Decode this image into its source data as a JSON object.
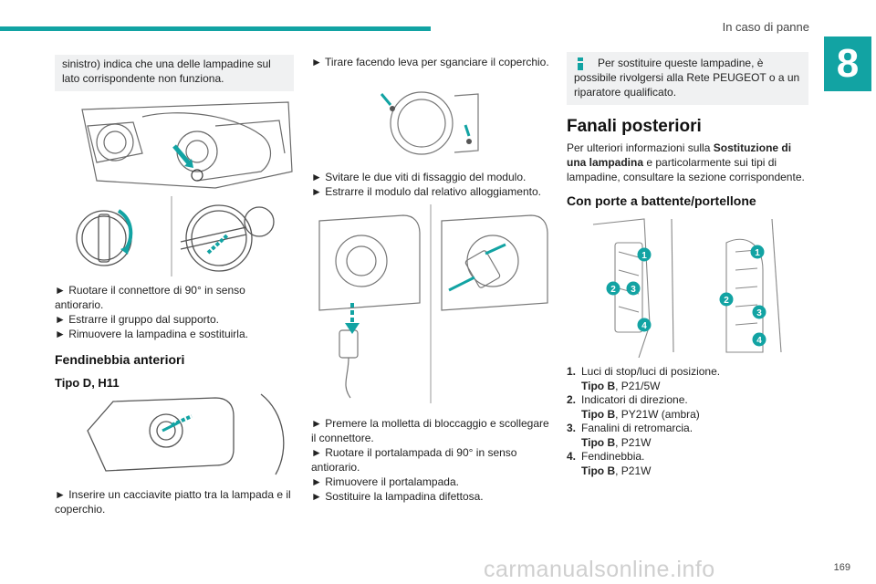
{
  "header": {
    "title": "In caso di panne",
    "chapter": "8",
    "page": "169"
  },
  "watermark": "carmanualsonline.info",
  "col1": {
    "note": "sinistro) indica che una delle lampadine sul lato corrispondente non funziona.",
    "steps1": [
      "► Ruotare il connettore di 90° in senso antiorario.",
      "► Estrarre il gruppo dal supporto.",
      "► Rimuovere la lampadina e sostituirla."
    ],
    "section": "Fendinebbia anteriori",
    "subsection": "Tipo D, H11",
    "steps2": "► Inserire un cacciavite piatto tra la lampada e il coperchio."
  },
  "col2": {
    "step_top": "► Tirare facendo leva per sganciare il coperchio.",
    "steps_mid": [
      "► Svitare le due viti di fissaggio del modulo.",
      "► Estrarre il modulo dal relativo alloggiamento."
    ],
    "steps_bottom": [
      "► Premere la molletta di bloccaggio e scollegare il connettore.",
      "► Ruotare il portalampada di 90° in senso antiorario.",
      "► Rimuovere il portalampada.",
      "► Sostituire la lampadina difettosa."
    ]
  },
  "col3": {
    "info": "Per sostituire queste lampadine, è possibile rivolgersi alla Rete PEUGEOT o a un riparatore qualificato.",
    "title": "Fanali posteriori",
    "intro_a": "Per ulteriori informazioni sulla ",
    "intro_b": "Sostituzione di una lampadina",
    "intro_c": " e particolarmente sui tipi di lampadine, consultare la sezione corrispondente.",
    "subtitle": "Con porte a battente/portellone",
    "items": [
      {
        "num": "1.",
        "label": "Luci di stop/luci di posizione.",
        "type": "Tipo B",
        "bulb": ", P21/5W"
      },
      {
        "num": "2.",
        "label": "Indicatori di direzione.",
        "type": "Tipo B",
        "bulb": ", PY21W (ambra)"
      },
      {
        "num": "3.",
        "label": "Fanalini di retromarcia.",
        "type": "Tipo B",
        "bulb": ", P21W"
      },
      {
        "num": "4.",
        "label": "Fendinebbia.",
        "type": "Tipo B",
        "bulb": ", P21W"
      }
    ],
    "callouts": [
      "1",
      "2",
      "3",
      "4"
    ]
  },
  "colors": {
    "accent": "#12a3a3",
    "callout": "#12a3a3",
    "note_bg": "#f0f1f2"
  },
  "icons": [
    "info-icon",
    "arrow-icon"
  ]
}
